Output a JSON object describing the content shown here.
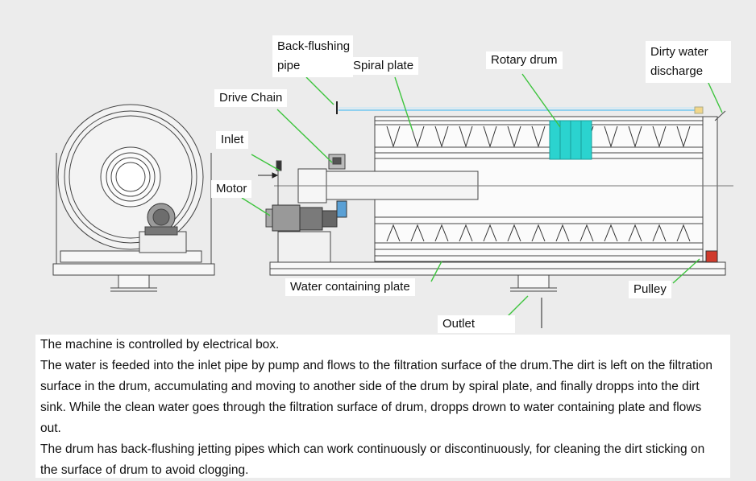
{
  "labels": {
    "back_flushing_line1": "Back-flushing",
    "back_flushing_line2": "pipe",
    "spiral_plate": "Spiral plate",
    "rotary_drum": "Rotary drum",
    "dirty_water_line1": "Dirty water",
    "dirty_water_line2": "discharge",
    "drive_chain": "Drive Chain",
    "inlet": "Inlet",
    "motor": "Motor",
    "water_containing_plate": "Water containing plate",
    "pulley": "Pulley",
    "outlet": "Outlet"
  },
  "description": {
    "p1": "The machine is controlled by electrical box.",
    "p2": "The water is feeded into the inlet pipe by pump and flows to the filtration surface of the drum.The dirt is left on the filtration surface in the drum, accumulating and moving to another side of the drum by spiral plate, and finally dropps into the dirt sink. While the clean water goes through the filtration surface of drum, dropps drown to water containing plate and flows out.",
    "p3": "The drum has back-flushing jetting pipes which can work continuously or discontinuously, for cleaning the dirt sticking on the surface of drum to avoid clogging."
  },
  "colors": {
    "leader": "#3ec43e",
    "drum_highlight": "#2bd3cf",
    "backflush_pipe": "#8fd0ef",
    "pulley_red": "#d03a2c"
  }
}
